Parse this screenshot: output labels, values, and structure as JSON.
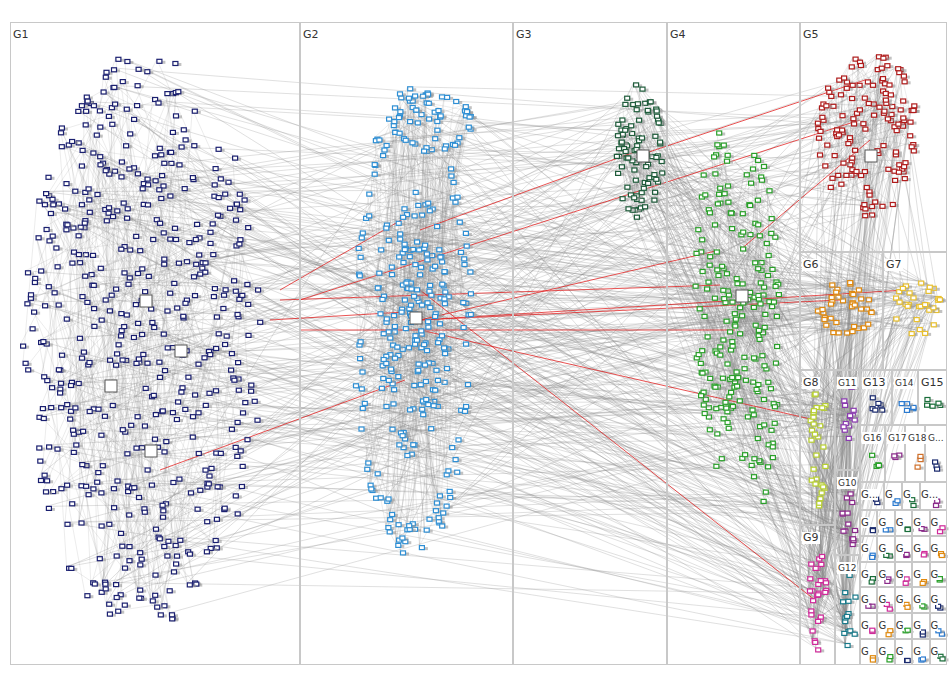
{
  "diagram": {
    "nodes": [
      {
        "text": [
          "G1"
        ]
      },
      {
        "text": [
          "G2"
        ]
      },
      {
        "text": [
          "G3"
        ]
      },
      {
        "text": [
          "G4"
        ]
      },
      {
        "text": [
          "G5"
        ]
      },
      {
        "text": [
          "G6"
        ]
      },
      {
        "text": [
          "G7"
        ]
      },
      {
        "text": [
          "G8"
        ]
      },
      {
        "text": [
          "G11"
        ]
      },
      {
        "text": [
          "G13"
        ]
      },
      {
        "text": [
          "G14"
        ]
      },
      {
        "text": [
          "G15"
        ]
      },
      {
        "text": [
          "G16"
        ]
      },
      {
        "text": [
          "G17"
        ]
      },
      {
        "text": [
          "G18"
        ]
      },
      {
        "text": [
          "G..."
        ]
      },
      {
        "text": [
          "G10"
        ]
      },
      {
        "text": [
          "G9"
        ]
      },
      {
        "text": [
          "G12"
        ]
      },
      {
        "text": [
          "G..."
        ]
      },
      {
        "text": [
          "G"
        ]
      },
      {
        "text": [
          "G"
        ]
      },
      {
        "text": [
          "G..."
        ]
      },
      {
        "text": [
          "G"
        ]
      },
      {
        "text": [
          "G"
        ]
      },
      {
        "text": [
          "G"
        ]
      },
      {
        "text": [
          "G"
        ]
      },
      {
        "text": [
          "G"
        ]
      },
      {
        "text": [
          "G"
        ]
      },
      {
        "text": [
          "G"
        ]
      },
      {
        "text": [
          "G"
        ]
      },
      {
        "text": [
          "G"
        ]
      },
      {
        "text": [
          "G"
        ]
      },
      {
        "text": [
          "G"
        ]
      },
      {
        "text": [
          "G"
        ]
      },
      {
        "text": [
          "G"
        ]
      },
      {
        "text": [
          "G"
        ]
      },
      {
        "text": [
          "G"
        ]
      },
      {
        "text": [
          "G"
        ]
      },
      {
        "text": [
          "G"
        ]
      },
      {
        "text": [
          "G"
        ]
      },
      {
        "text": [
          "G"
        ]
      },
      {
        "text": [
          "G"
        ]
      },
      {
        "text": [
          "G"
        ]
      },
      {
        "text": [
          "G"
        ]
      },
      {
        "text": [
          "G"
        ]
      },
      {
        "text": [
          "G"
        ]
      },
      {
        "text": [
          "G"
        ]
      },
      {
        "text": [
          "G"
        ]
      },
      {
        "text": [
          "G"
        ]
      },
      {
        "text": [
          "G"
        ]
      },
      {
        "text": [
          "G"
        ]
      },
      {
        "text": [
          "G"
        ]
      }
    ]
  }
}
